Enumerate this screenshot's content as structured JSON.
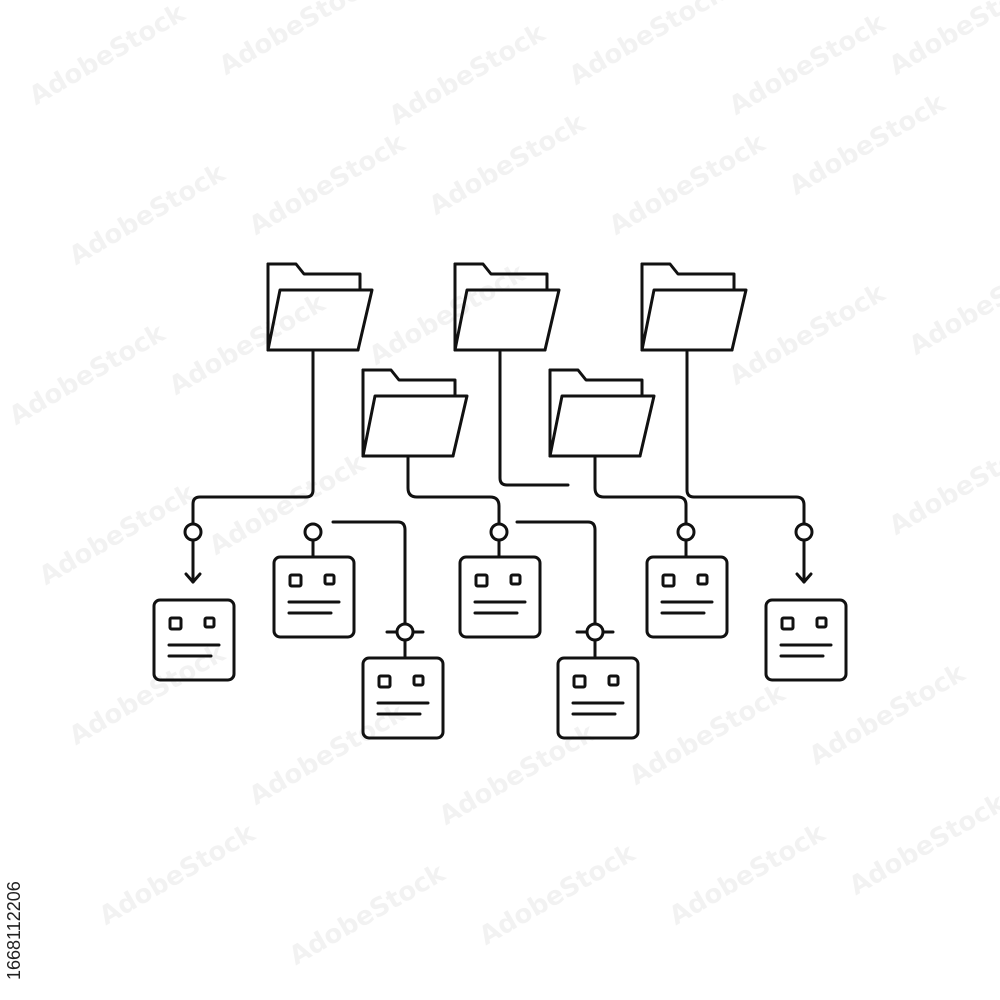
{
  "watermark": {
    "text": "AdobeStock"
  },
  "stock_id": "1668112206",
  "colors": {
    "stroke": "#111111",
    "background": "#ffffff"
  },
  "diagram": {
    "folders": [
      "folder-1",
      "folder-2",
      "folder-3",
      "folder-4",
      "folder-5"
    ],
    "robots": [
      "robot-1",
      "robot-2",
      "robot-3",
      "robot-4",
      "robot-5",
      "robot-6",
      "robot-7"
    ],
    "icons": {
      "folder": "folder-open-icon",
      "robot": "robot-icon",
      "node": "connector-node-icon"
    }
  }
}
